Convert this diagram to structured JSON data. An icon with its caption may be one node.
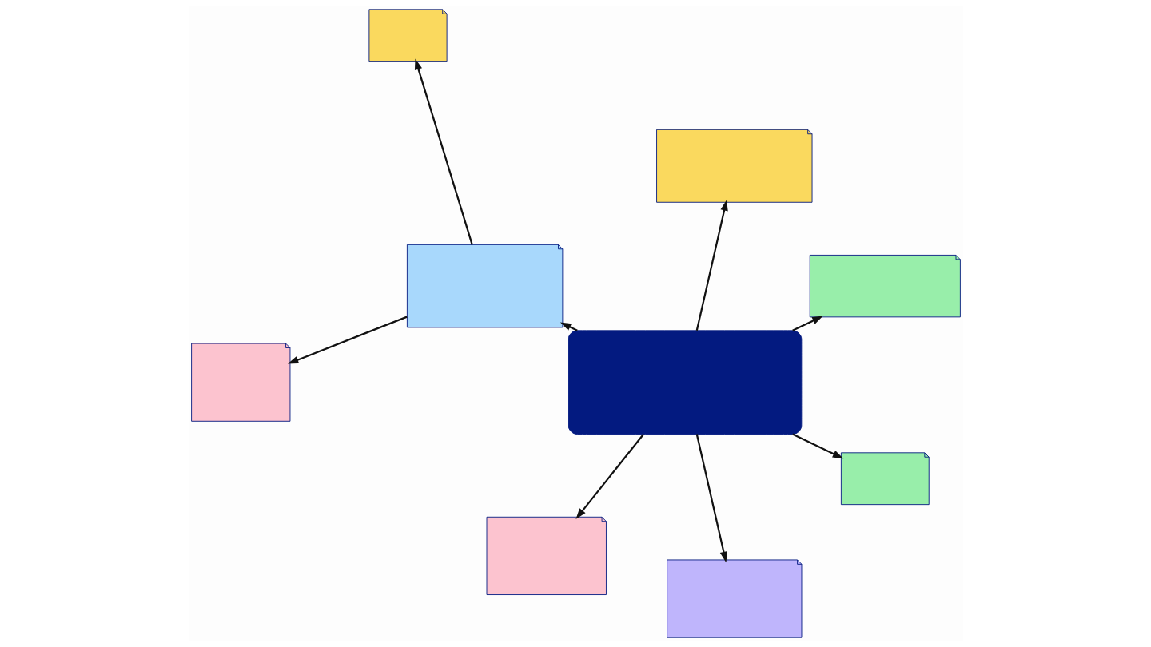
{
  "diagram": {
    "nodes": [
      {
        "text": [],
        "shape": "note"
      },
      {
        "text": [],
        "shape": "note"
      },
      {
        "text": [],
        "shape": "note"
      },
      {
        "text": [],
        "shape": "note"
      },
      {
        "text": [],
        "shape": "box"
      },
      {
        "text": [],
        "shape": "note"
      },
      {
        "text": [],
        "shape": "note"
      },
      {
        "text": [],
        "shape": "note"
      },
      {
        "text": [],
        "shape": "note"
      }
    ],
    "edges": [
      {
        "from": 4,
        "to": 0,
        "arrow": "to"
      },
      {
        "from": 4,
        "to": 1,
        "arrow": "to"
      },
      {
        "from": 4,
        "to": 2,
        "arrow": "to"
      },
      {
        "from": 4,
        "to": 3,
        "arrow": "to"
      },
      {
        "from": 4,
        "to": 7,
        "arrow": "to"
      },
      {
        "from": 4,
        "to": 8,
        "arrow": "to"
      },
      {
        "from": 2,
        "to": 5,
        "arrow": "to"
      },
      {
        "from": 2,
        "to": 6,
        "arrow": "to"
      }
    ]
  }
}
